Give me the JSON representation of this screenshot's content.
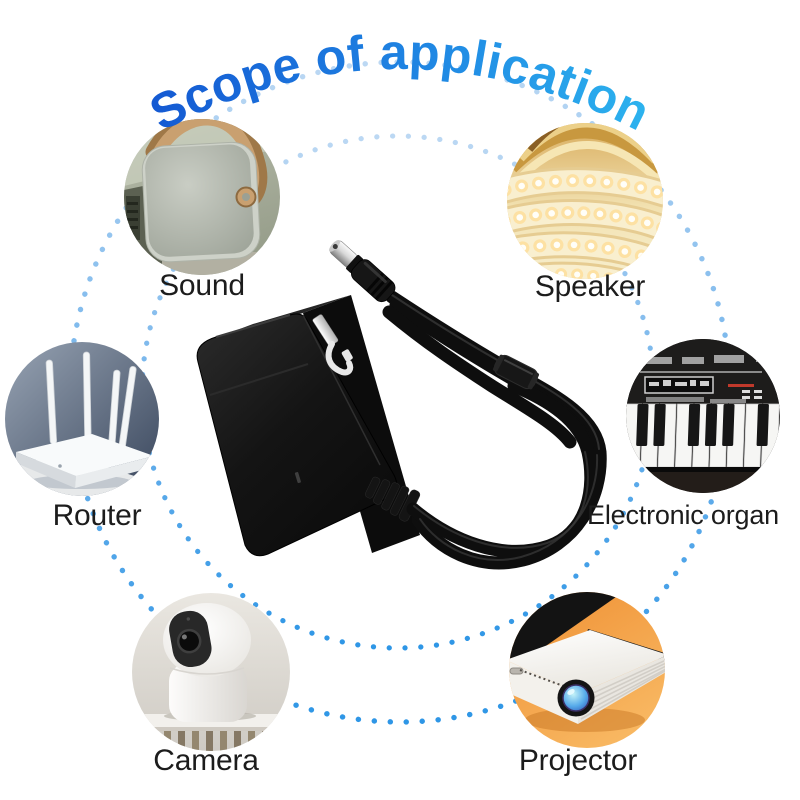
{
  "title": {
    "text": "Scope of application"
  },
  "colors": {
    "title_gradient_start": "#1458d2",
    "title_gradient_mid": "#1f86e3",
    "title_gradient_end": "#2db5ef",
    "dot_light": "#bcd8f3",
    "dot_vivid": "#2e96e6",
    "label_color": "#1c1c1c"
  },
  "items": [
    {
      "id": "sound",
      "label": "Sound",
      "photo": "portable-fabric-speaker-photo"
    },
    {
      "id": "speaker",
      "label": "Speaker",
      "photo": "warm-white-led-strip-photo"
    },
    {
      "id": "router",
      "label": "Router",
      "photo": "white-wifi-router-photo"
    },
    {
      "id": "electronic-organ",
      "label": "Electronic organ",
      "photo": "electronic-keyboard-photo"
    },
    {
      "id": "camera",
      "label": "Camera",
      "photo": "white-security-camera-photo"
    },
    {
      "id": "projector",
      "label": "Projector",
      "photo": "white-projector-photo"
    }
  ],
  "center": {
    "photo": "black-ac-dc-power-adapter-with-barrel-plug-cable"
  }
}
